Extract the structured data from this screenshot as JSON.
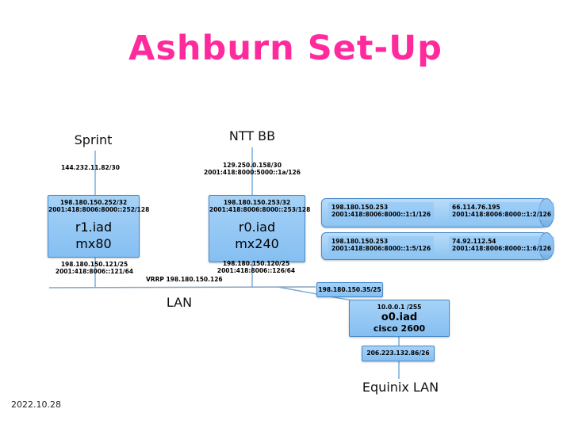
{
  "slide": {
    "title": "Ashburn Set-Up",
    "date": "2022.10.28"
  },
  "colors": {
    "title_pink": "#ff2b9d",
    "box_fill": "#8cc6f5",
    "box_border": "#4a89c8",
    "wire": "#79aede"
  },
  "uplinks": {
    "sprint": {
      "label": "Sprint",
      "addr": "144.232.11.82/30"
    },
    "ntt": {
      "label": "NTT BB",
      "addr_v4": "129.250.0.158/30",
      "addr_v6": "2001:418:8000:5000::1a/126"
    }
  },
  "routers": {
    "r1": {
      "loopback_v4": "198.180.150.252/32",
      "loopback_v6": "2001:418:8006:8000::252/128",
      "name": "r1.iad",
      "model": "mx80",
      "lan_v4": "198.180.150.121/25",
      "lan_v6": "2001:418:8006::121/64"
    },
    "r0": {
      "loopback_v4": "198.180.150.253/32",
      "loopback_v6": "2001:418:8006:8000::253/128",
      "name": "r0.iad",
      "model": "mx240",
      "lan_v4": "198.180.150.120/25",
      "lan_v6": "2001:418:8006::126/64"
    }
  },
  "tunnels": [
    {
      "local_v4": "198.180.150.253",
      "local_v6": "2001:418:8006:8000::1:1/126",
      "remote_v4": "66.114.76.195",
      "remote_v6": "2001:418:8006:8000::1:2/126"
    },
    {
      "local_v4": "198.180.150.253",
      "local_v6": "2001:418:8006:8000::1:5/126",
      "remote_v4": "74.92.112.54",
      "remote_v6": "2001:418:8006:8000::1:6/126"
    }
  ],
  "lan": {
    "vrrp": "VRRP 198.180.150.126",
    "label": "LAN"
  },
  "equinix": {
    "uplink_addr": "198.180.150.35/25",
    "router": {
      "addr": "10.0.0.1 /255",
      "name": "o0.iad",
      "model": "cisco 2600"
    },
    "subnet": "206.223.132.86/26",
    "label": "Equinix LAN"
  }
}
